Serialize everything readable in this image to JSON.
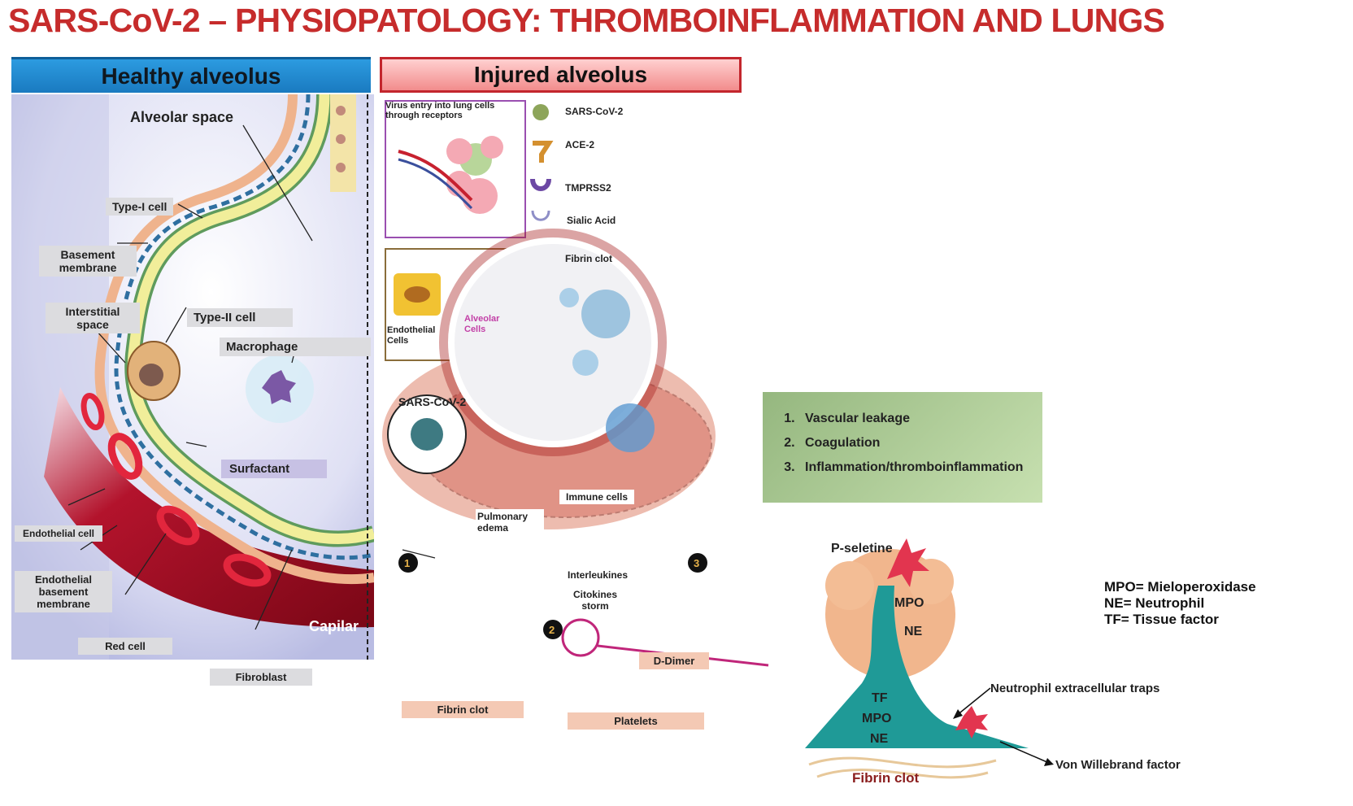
{
  "title": "SARS-CoV-2 – PHYSIOPATOLOGY: THROMBOINFLAMMATION AND LUNGS",
  "healthy": {
    "header": "Healthy alveolus",
    "labels": {
      "alveolar_space": "Alveolar space",
      "type1": "Type-I cell",
      "basement": "Basement membrane",
      "interstitial": "Interstitial space",
      "type2": "Type-II cell",
      "macrophage": "Macrophage",
      "surfactant": "Surfactant",
      "endothelial_cell": "Endothelial cell",
      "endothelial_basement": "Endothelial basement membrane",
      "red_cell": "Red cell",
      "capilar": "Capilar",
      "fibroblast": "Fibroblast"
    }
  },
  "injured": {
    "header": "Injured alveolus",
    "inset_title": "Virus entry into lung cells through receptors",
    "endothelial_cells": "Endothelial Cells",
    "alveolar_cells": "Alveolar Cells",
    "legend": [
      "SARS-CoV-2",
      "ACE-2",
      "TMPRSS2",
      "Sialic Acid",
      "Fibrin clot"
    ],
    "sars_label": "SARS-CoV-2",
    "immune_cells": "Immune cells",
    "pulmonary_edema": "Pulmonary edema",
    "interleukines": "Interleukines",
    "cytokines": "Citokines storm",
    "d_dimer": "D-Dimer",
    "fibrin_clot": "Fibrin clot",
    "platelets": "Platelets",
    "numbers": [
      "1",
      "2",
      "3"
    ]
  },
  "effects": [
    "Vascular leakage",
    "Coagulation",
    "Inflammation/thromboinflammation"
  ],
  "net": {
    "p_seletine": "P-seletine",
    "mpo": "MPO",
    "ne": "NE",
    "tf": "TF",
    "mpo2": "MPO",
    "ne2": "NE",
    "fibrin_clot": "Fibrin clot",
    "traps": "Neutrophil extracellular traps",
    "vwf": "Von Willebrand factor"
  },
  "abbreviations": [
    "MPO= Mieloperoxidase",
    "NE= Neutrophil",
    "TF= Tissue factor"
  ],
  "colors": {
    "title": "#c62c2c",
    "healthy_header": "#1a7ac0",
    "injured_header": "#f28c8c",
    "capillary": "#a8102a"
  }
}
